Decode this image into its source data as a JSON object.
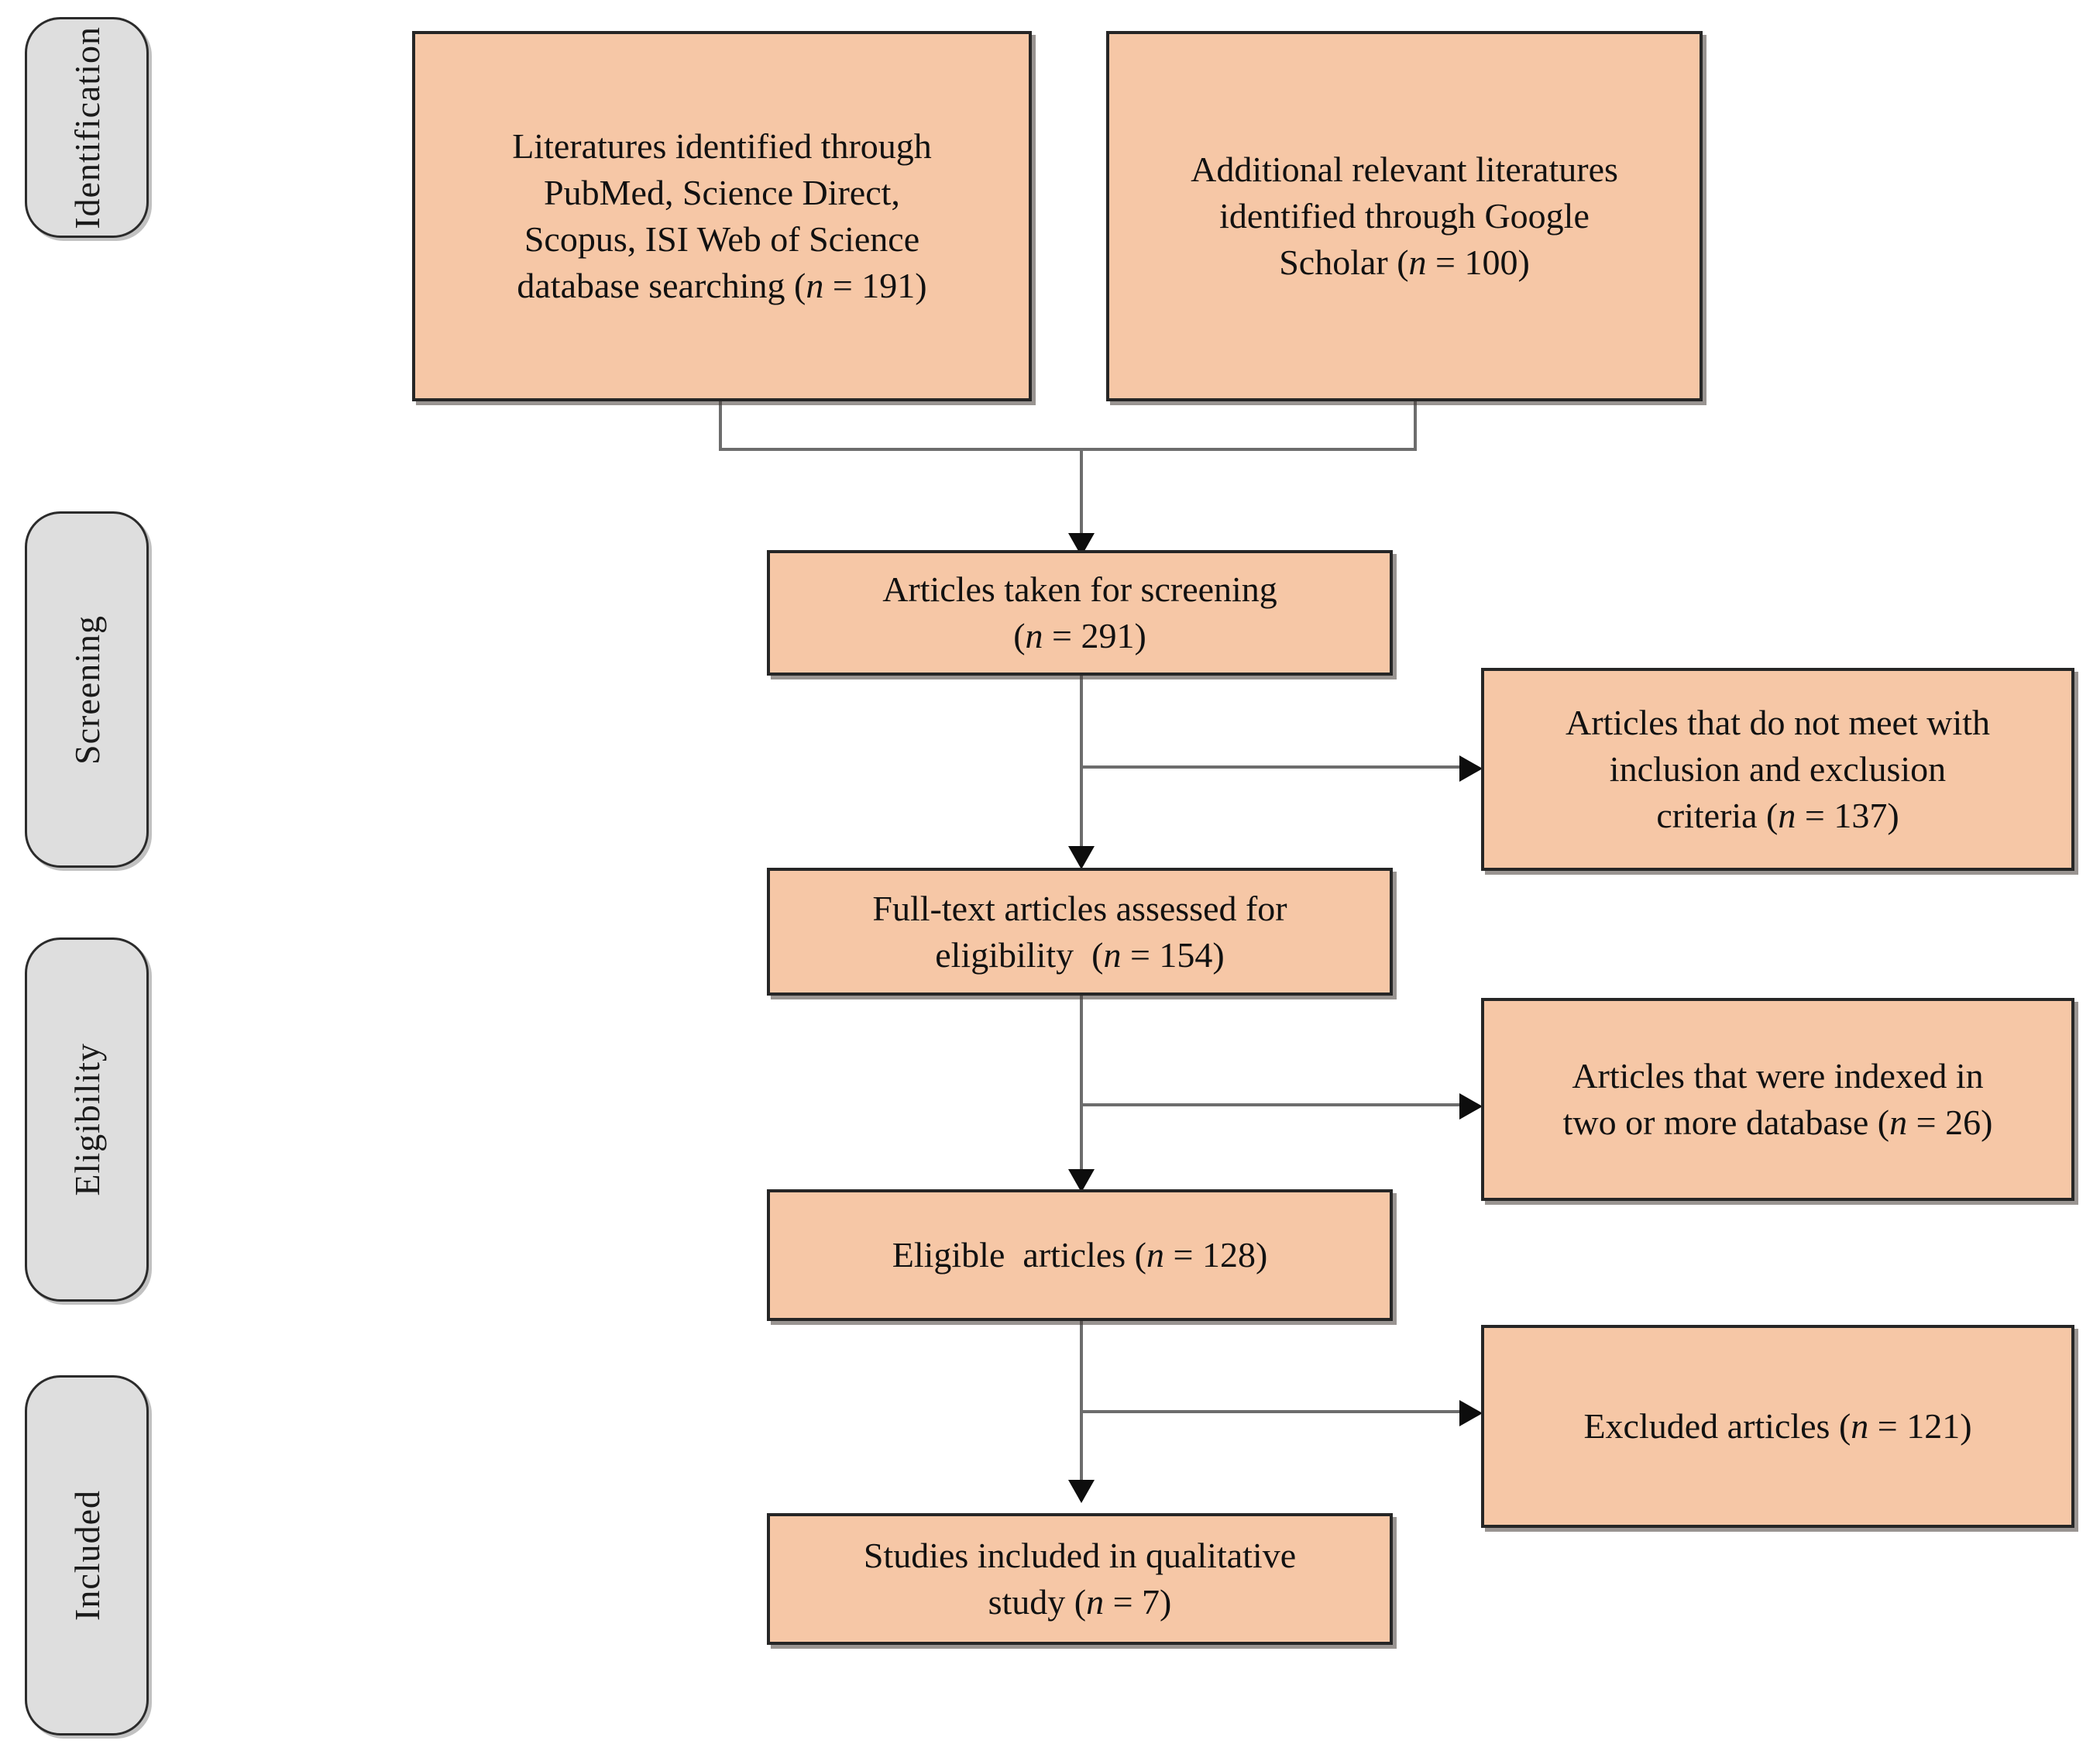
{
  "diagram": {
    "title": "PRISMA literature selection flow diagram",
    "colors": {
      "box_fill": "#f6c7a6",
      "box_border": "#262626",
      "stage_fill": "#dedede",
      "stage_border": "#2b2b2b",
      "connector": "#6d6d6d",
      "arrow": "#0d0d0d",
      "background": "#ffffff"
    },
    "stages": [
      {
        "id": "identification",
        "label": "Identification"
      },
      {
        "id": "screening",
        "label": "Screening"
      },
      {
        "id": "eligibility",
        "label": "Eligibility"
      },
      {
        "id": "included",
        "label": "Included"
      }
    ],
    "boxes": [
      {
        "id": "database-search",
        "stage": "identification",
        "lines": [
          "Literatures identified through",
          "PubMed, Science Direct,",
          "Scopus, ISI Web of Science",
          "database searching (n = 191)"
        ],
        "count_label": "n = 191",
        "count": 191
      },
      {
        "id": "google-scholar",
        "stage": "identification",
        "lines": [
          "Additional relevant literatures",
          "identified through Google",
          "Scholar (n = 100)"
        ],
        "count_label": "n = 100",
        "count": 100
      },
      {
        "id": "screening-total",
        "stage": "screening",
        "lines": [
          "Articles taken for screening",
          "(n = 291)"
        ],
        "count_label": "n = 291",
        "count": 291
      },
      {
        "id": "criteria-excluded",
        "stage": "screening",
        "lines": [
          "Articles that do not meet with",
          "inclusion and exclusion",
          "criteria (n = 137)"
        ],
        "count_label": "n = 137",
        "count": 137
      },
      {
        "id": "fulltext-assessed",
        "stage": "eligibility",
        "lines": [
          "Full-text articles assessed for",
          "eligibility  (n = 154)"
        ],
        "count_label": "n = 154",
        "count": 154
      },
      {
        "id": "duplicate-indexed",
        "stage": "eligibility",
        "lines": [
          "Articles that were indexed in",
          "two or more database (n = 26)"
        ],
        "count_label": "n = 26",
        "count": 26
      },
      {
        "id": "eligible-articles",
        "stage": "eligibility",
        "lines": [
          "Eligible  articles (n = 128)"
        ],
        "count_label": "n = 128",
        "count": 128
      },
      {
        "id": "excluded-articles",
        "stage": "included",
        "lines": [
          "Excluded articles (n = 121)"
        ],
        "count_label": "n = 121",
        "count": 121
      },
      {
        "id": "studies-included",
        "stage": "included",
        "lines": [
          "Studies included in qualitative",
          "study (n = 7)"
        ],
        "count_label": "n = 7",
        "count": 7
      }
    ]
  }
}
